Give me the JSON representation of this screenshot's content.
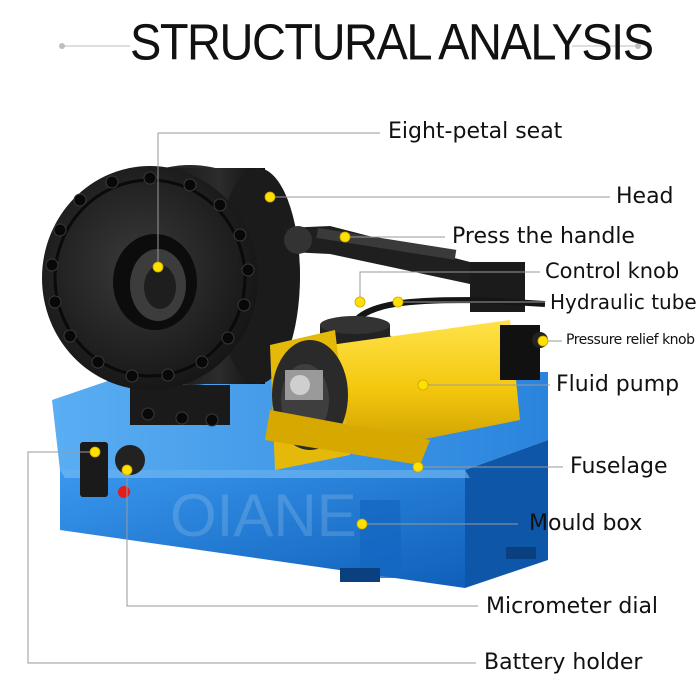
{
  "title": "STRUCTURAL ANALYSIS",
  "watermark": "OIANE",
  "labels": {
    "eight_petal_seat": "Eight-petal seat",
    "head": "Head",
    "press_handle": "Press the handle",
    "control_knob": "Control knob",
    "hydraulic_tube": "Hydraulic tube",
    "pressure_relief_knob": "Pressure relief knob",
    "fluid_pump": "Fluid pump",
    "fuselage": "Fuselage",
    "mould_box": "Mould box",
    "micrometer_dial": "Micrometer dial",
    "battery_holder": "Battery holder"
  },
  "colors": {
    "leader_line": "#9a9a9a",
    "marker": "#ffe000",
    "machine_body": "#1877d4",
    "pump": "#f2c811",
    "head": "#1c1c1c"
  }
}
